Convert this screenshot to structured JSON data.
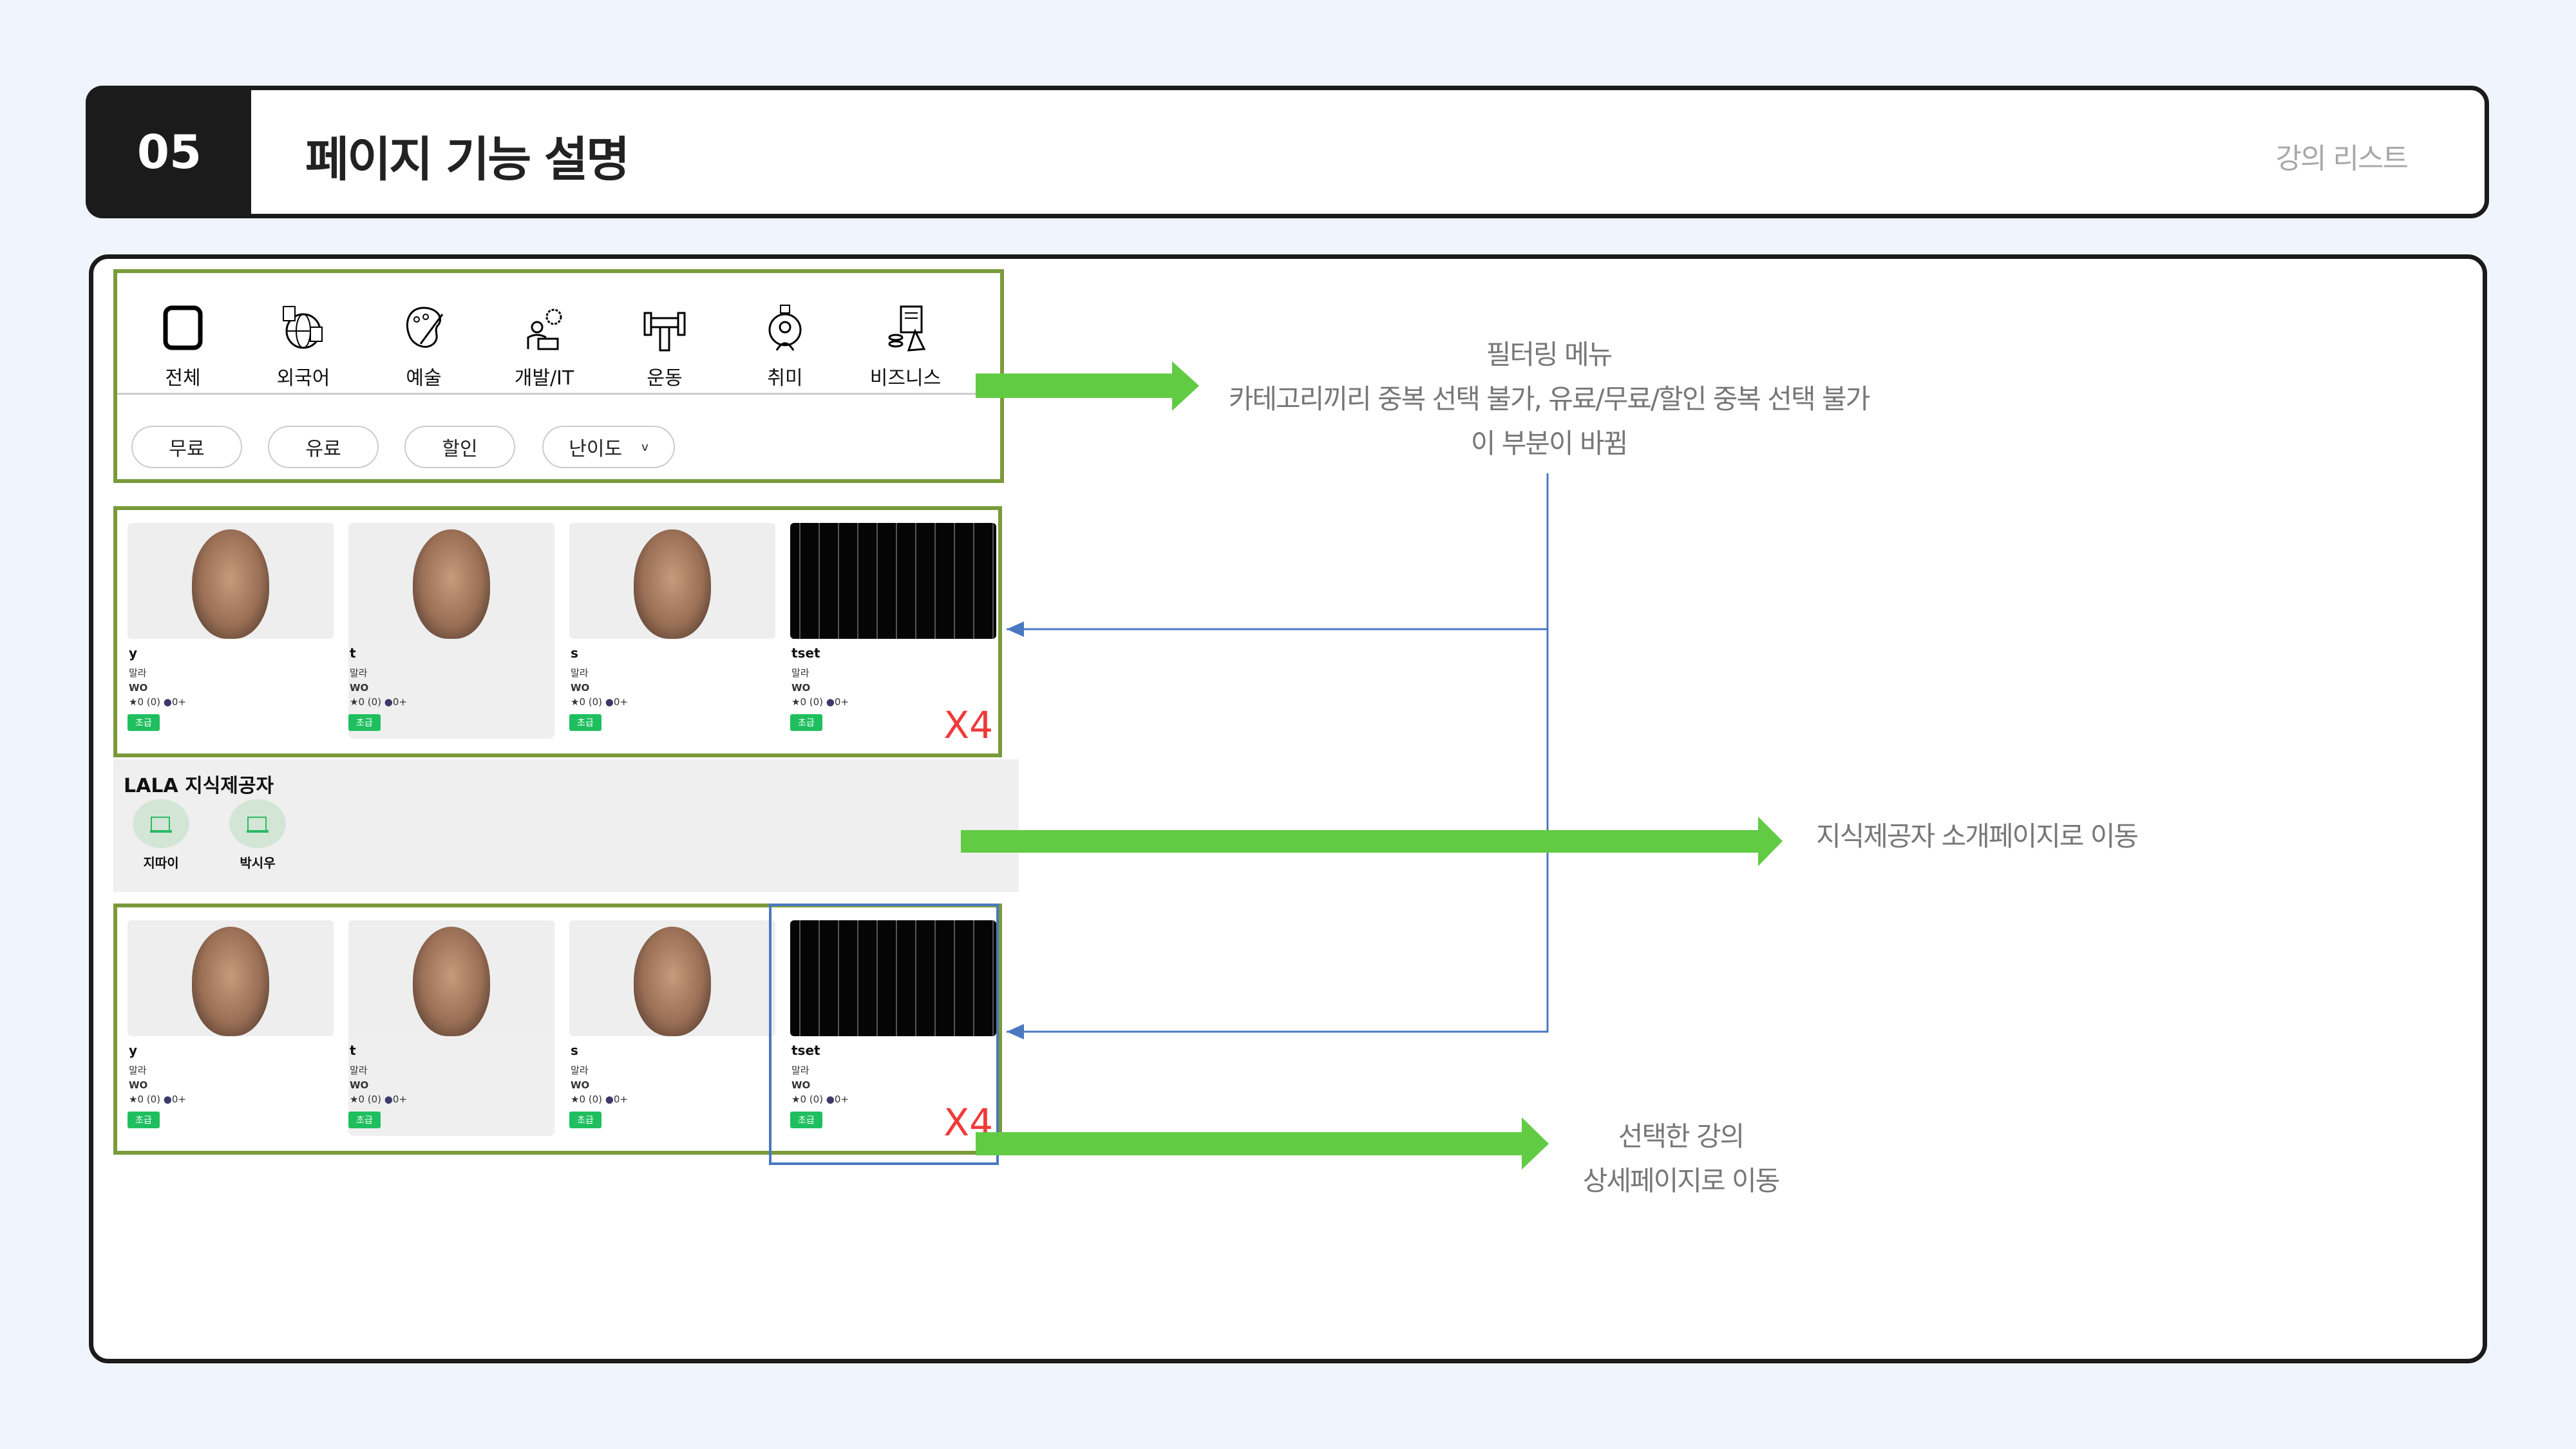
{
  "header": {
    "number": "05",
    "title": "페이지 기능 설명",
    "subtitle": "강의 리스트"
  },
  "filter": {
    "categories": [
      {
        "label": "전체",
        "icon": "all-square-icon"
      },
      {
        "label": "외국어",
        "icon": "globe-language-icon"
      },
      {
        "label": "예술",
        "icon": "palette-icon"
      },
      {
        "label": "개발/IT",
        "icon": "developer-gear-icon"
      },
      {
        "label": "운동",
        "icon": "dumbbell-icon"
      },
      {
        "label": "취미",
        "icon": "hobby-person-icon"
      },
      {
        "label": "비즈니스",
        "icon": "business-chart-icon"
      }
    ],
    "chips": [
      "무료",
      "유료",
      "할인"
    ],
    "difficulty": "난이도"
  },
  "courses_top": [
    {
      "title": "y",
      "author": "말라",
      "tag": "WO",
      "rating": "★0 (0)",
      "students": "0+",
      "level": "초급",
      "image": "face"
    },
    {
      "title": "t",
      "author": "말라",
      "tag": "WO",
      "rating": "★0 (0)",
      "students": "0+",
      "level": "초급",
      "image": "face"
    },
    {
      "title": "s",
      "author": "말라",
      "tag": "WO",
      "rating": "★0 (0)",
      "students": "0+",
      "level": "초급",
      "image": "face"
    },
    {
      "title": "tset",
      "author": "말라",
      "tag": "WO",
      "rating": "★0 (0)",
      "students": "0+",
      "level": "초급",
      "image": "code"
    }
  ],
  "courses_bottom": [
    {
      "title": "y",
      "author": "말라",
      "tag": "WO",
      "rating": "★0 (0)",
      "students": "0+",
      "level": "초급",
      "image": "face"
    },
    {
      "title": "t",
      "author": "말라",
      "tag": "WO",
      "rating": "★0 (0)",
      "students": "0+",
      "level": "초급",
      "image": "face"
    },
    {
      "title": "s",
      "author": "말라",
      "tag": "WO",
      "rating": "★0 (0)",
      "students": "0+",
      "level": "초급",
      "image": "face"
    },
    {
      "title": "tset",
      "author": "말라",
      "tag": "WO",
      "rating": "★0 (0)",
      "students": "0+",
      "level": "초급",
      "image": "code"
    }
  ],
  "multiplier": "X4",
  "providers": {
    "title": "LALA 지식제공자",
    "items": [
      "지따이",
      "박시우"
    ]
  },
  "notes": {
    "filter": [
      "필터링 메뉴",
      "카테고리끼리 중복 선택 불가, 유료/무료/할인 중복 선택 불가",
      "이 부분이 바뀜"
    ],
    "provider": "지식제공자 소개페이지로 이동",
    "course": [
      "선택한 강의",
      "상세페이지로 이동"
    ]
  },
  "colors": {
    "arrow": "#62cb44",
    "connector": "#4a78c2",
    "frame": "#7a9a3a",
    "badge": "#1fbf5f",
    "multiplier": "#f03a3a"
  }
}
